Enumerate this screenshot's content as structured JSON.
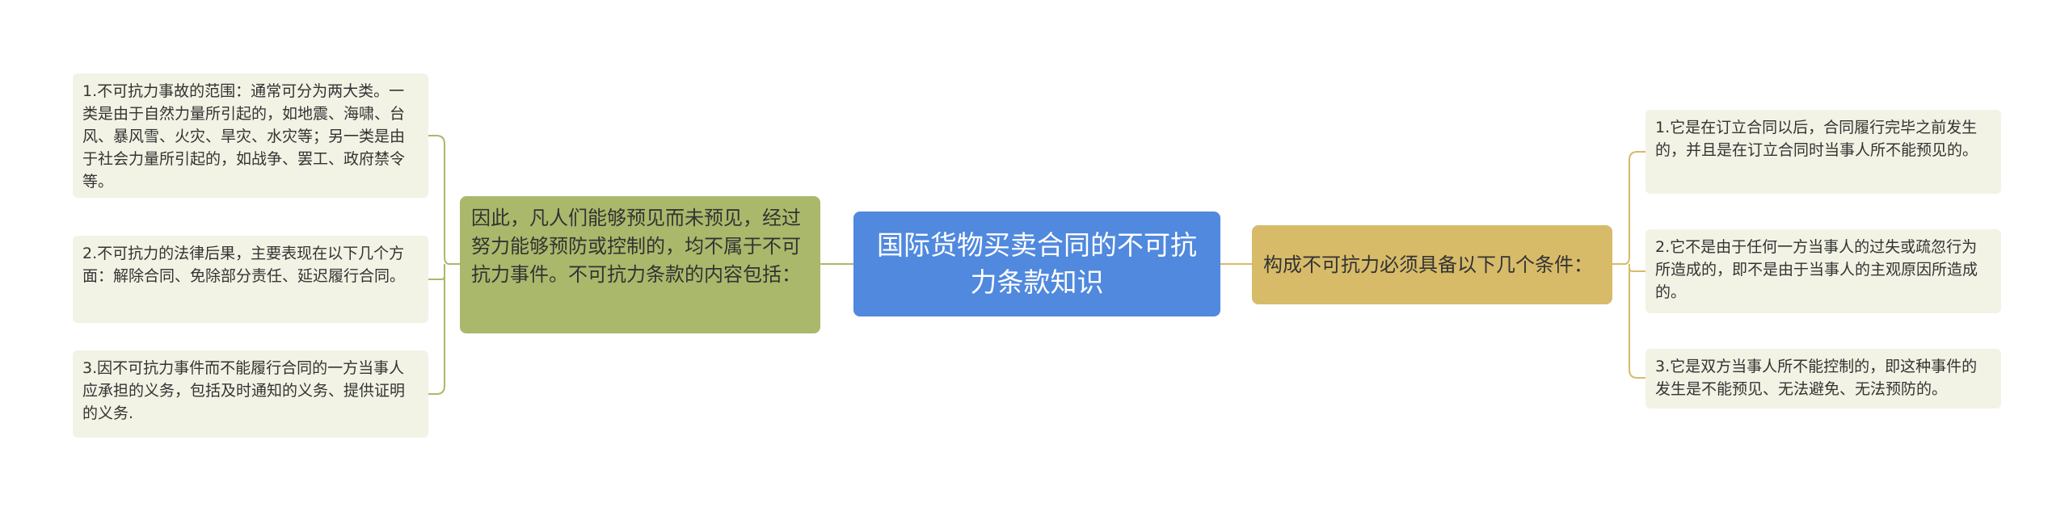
{
  "root": {
    "text": "国际货物买卖合同的不可抗力条款知识",
    "color": "#5089de"
  },
  "left_branch": {
    "text": "因此，凡人们能够预见而未预见，经过努力能够预防或控制的，均不属于不可抗力事件。不可抗力条款的内容包括：",
    "color": "#aab86b",
    "leaves": [
      {
        "text": "1.不可抗力事故的范围：通常可分为两大类。一类是由于自然力量所引起的，如地震、海啸、台风、暴风雪、火灾、旱灾、水灾等；另一类是由于社会力量所引起的，如战争、罢工、政府禁令等。"
      },
      {
        "text": "2.不可抗力的法律后果，主要表现在以下几个方面：解除合同、免除部分责任、延迟履行合同。"
      },
      {
        "text": "3.因不可抗力事件而不能履行合同的一方当事人应承担的义务，包括及时通知的义务、提供证明的义务."
      }
    ]
  },
  "right_branch": {
    "text": "构成不可抗力必须具备以下几个条件：",
    "color": "#d7bb69",
    "leaves": [
      {
        "text": "1.它是在订立合同以后，合同履行完毕之前发生的，并且是在订立合同时当事人所不能预见的。"
      },
      {
        "text": "2.它不是由于任何一方当事人的过失或疏忽行为所造成的，即不是由于当事人的主观原因所造成的。"
      },
      {
        "text": "3.它是双方当事人所不能控制的，即这种事件的发生是不能预见、无法避免、无法预防的。"
      }
    ]
  },
  "connector_colors": {
    "left": "#aab86b",
    "right": "#d7bb69"
  }
}
